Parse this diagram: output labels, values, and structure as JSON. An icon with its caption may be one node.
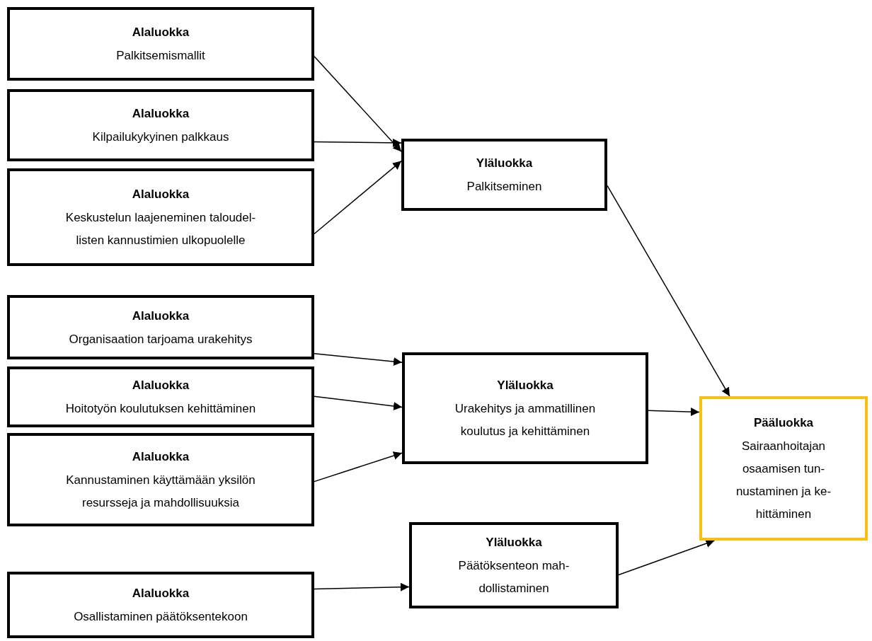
{
  "diagram": {
    "nodes": [
      {
        "text": [
          "Alaluokka",
          "Palkitsemismallit"
        ]
      },
      {
        "text": [
          "Alaluokka",
          "Kilpailukykyinen palkkaus"
        ]
      },
      {
        "text": [
          "Alaluokka",
          "Keskustelun laajeneminen taloudel-listen kannustimien ulkopuolelle"
        ]
      },
      {
        "text": [
          "Yläluokka",
          "Palkitseminen"
        ]
      },
      {
        "text": [
          "Alaluokka",
          "Organisaation tarjoama urakehitys"
        ]
      },
      {
        "text": [
          "Alaluokka",
          "Hoitotyön koulutuksen kehittäminen"
        ]
      },
      {
        "text": [
          "Alaluokka",
          "Kannustaminen käyttämään yksilön resursseja ja mahdollisuuksia"
        ]
      },
      {
        "text": [
          "Yläluokka",
          "Urakehitys ja ammatillinen koulutus ja kehittäminen"
        ]
      },
      {
        "text": [
          "Pääluokka",
          "Sairaanhoitajan osaamisen tun-nustaminen ja ke-hittäminen"
        ]
      },
      {
        "text": [
          "Yläluokka",
          "Päätöksenteon mah-dollistaminen"
        ]
      },
      {
        "text": [
          "Alaluokka",
          "Osallistaminen päätöksentekoon"
        ]
      }
    ],
    "edges": [
      {
        "from": 0,
        "to": 3,
        "arrow": "to"
      },
      {
        "from": 1,
        "to": 3,
        "arrow": "to"
      },
      {
        "from": 2,
        "to": 3,
        "arrow": "to"
      },
      {
        "from": 3,
        "to": 8,
        "arrow": "to"
      },
      {
        "from": 4,
        "to": 7,
        "arrow": "to"
      },
      {
        "from": 5,
        "to": 7,
        "arrow": "to"
      },
      {
        "from": 6,
        "to": 7,
        "arrow": "to"
      },
      {
        "from": 7,
        "to": 8,
        "arrow": "to"
      },
      {
        "from": 9,
        "to": 8,
        "arrow": "to"
      },
      {
        "from": 10,
        "to": 9,
        "arrow": "to"
      }
    ]
  }
}
